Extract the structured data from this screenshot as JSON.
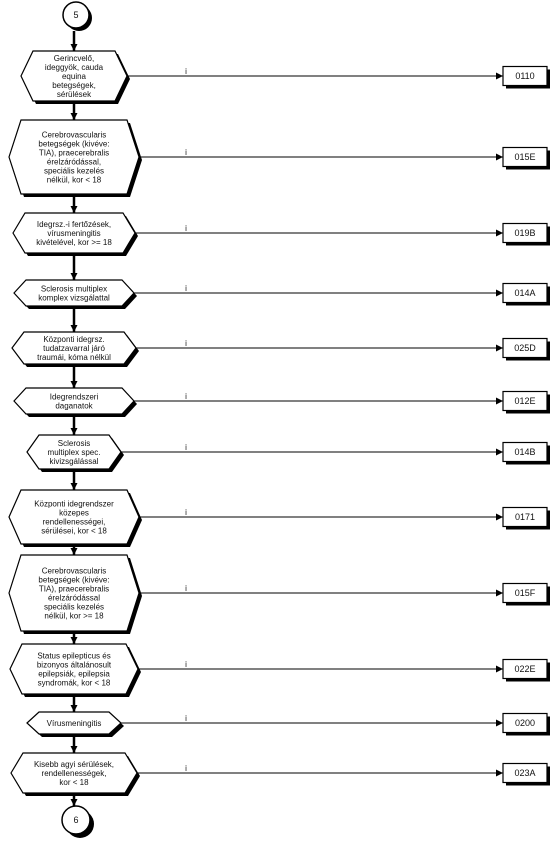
{
  "connector_top": "5",
  "connector_bottom": "6",
  "yes_label": "i",
  "steps": [
    {
      "lines": [
        "Gerincvelő,",
        "ideggyök, cauda",
        "equina",
        "betegségek,",
        "sérülések"
      ],
      "code": "0110"
    },
    {
      "lines": [
        "Cerebrovascularis",
        "betegségek (kivéve:",
        "TIA), praecerebralis",
        "érelzáródással,",
        "speciális kezelés",
        "nélkül, kor < 18"
      ],
      "code": "015E"
    },
    {
      "lines": [
        "Idegrsz.-i fertőzések,",
        "vírusmeningitis",
        "kivételével, kor >= 18"
      ],
      "code": "019B"
    },
    {
      "lines": [
        "Sclerosis multiplex",
        "komplex vizsgálattal"
      ],
      "code": "014A"
    },
    {
      "lines": [
        "Központi idegrsz.",
        "tudatzavarral járó",
        "traumái, kóma nélkül"
      ],
      "code": "025D"
    },
    {
      "lines": [
        "Idegrendszeri",
        "daganatok"
      ],
      "code": "012E"
    },
    {
      "lines": [
        "Sclerosis",
        "multiplex spec.",
        "kivizsgálással"
      ],
      "code": "014B"
    },
    {
      "lines": [
        "Központi idegrendszer",
        "közepes",
        "rendellenességei,",
        "sérülései, kor < 18"
      ],
      "code": "0171"
    },
    {
      "lines": [
        "Cerebrovascularis",
        "betegségek (kivéve:",
        "TIA), praecerebralis",
        "érelzáródással",
        "speciális kezelés",
        "nélkül, kor >= 18"
      ],
      "code": "015F"
    },
    {
      "lines": [
        "Status epilepticus és",
        "bizonyos általánosult",
        "epilepsiák, epilepsia",
        "syndromák, kor < 18"
      ],
      "code": "022E"
    },
    {
      "lines": [
        "Vírusmeningitis"
      ],
      "code": "0200"
    },
    {
      "lines": [
        "Kisebb agyi sérülések,",
        "rendellenességek,",
        "kor < 18"
      ],
      "code": "023A"
    }
  ]
}
